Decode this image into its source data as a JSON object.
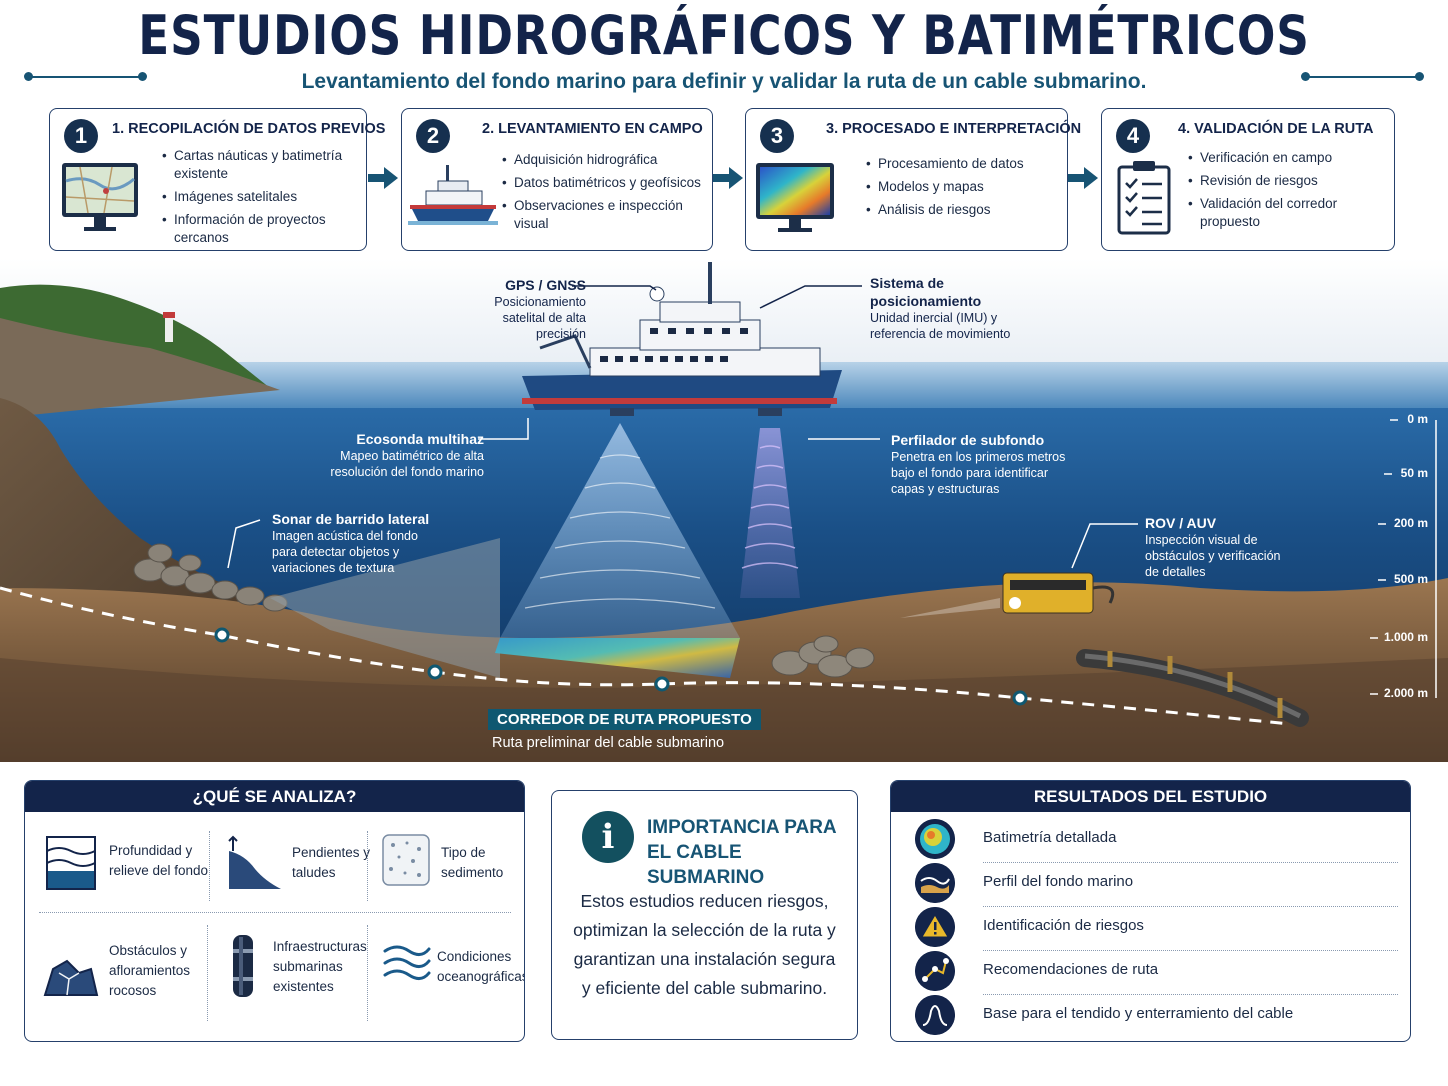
{
  "header": {
    "title": "ESTUDIOS HIDROGRÁFICOS Y BATIMÉTRICOS",
    "subtitle": "Levantamiento del fondo marino para definir y validar la ruta de un cable submarino."
  },
  "steps": [
    {
      "number": "1",
      "title": "1. RECOPILACIÓN DE DATOS PREVIOS",
      "icon": "monitor-map-icon",
      "items": [
        "Cartas náuticas y batimetría existente",
        "Imágenes satelitales",
        "Información de proyectos cercanos"
      ]
    },
    {
      "number": "2",
      "title": "2. LEVANTAMIENTO EN CAMPO",
      "icon": "survey-ship-icon",
      "items": [
        "Adquisición hidrográfica",
        "Datos batimétricos y geofísicos",
        "Observaciones e inspección visual"
      ]
    },
    {
      "number": "3",
      "title": "3. PROCESADO E INTERPRETACIÓN",
      "icon": "monitor-heatmap-icon",
      "items": [
        "Procesamiento de datos",
        "Modelos y mapas",
        "Análisis de riesgos"
      ]
    },
    {
      "number": "4",
      "title": "4. VALIDACIÓN DE LA RUTA",
      "icon": "checklist-clipboard-icon",
      "items": [
        "Verificación en campo",
        "Revisión de riesgos",
        "Validación del corredor propuesto"
      ]
    }
  ],
  "scene": {
    "gps": {
      "title": "GPS / GNSS",
      "text": "Posicionamiento satelital de alta precisión"
    },
    "positioning": {
      "title": "Sistema de posicionamiento",
      "text": "Unidad inercial (IMU) y referencia de movimiento"
    },
    "multibeam": {
      "title": "Ecosonda multihaz",
      "text": "Mapeo batimétrico de alta resolución del fondo marino"
    },
    "subbottom": {
      "title": "Perfilador de subfondo",
      "text": "Penetra en los primeros metros bajo el fondo para identificar capas y estructuras"
    },
    "sidescan": {
      "title": "Sonar de barrido lateral",
      "text": "Imagen acústica del fondo para detectar objetos y variaciones de textura"
    },
    "rov": {
      "title": "ROV / AUV",
      "text": "Inspección visual de obstáculos y verificación de detalles"
    },
    "corridor": {
      "title": "CORREDOR DE RUTA PROPUESTO",
      "text": "Ruta preliminar del cable submarino"
    },
    "depth_scale": [
      "0 m",
      "50 m",
      "200 m",
      "500 m",
      "1.000 m",
      "2.000 m"
    ]
  },
  "analysis": {
    "title": "¿QUÉ SE ANALIZA?",
    "items": [
      {
        "label": "Profundidad y relieve del fondo",
        "icon": "depth-profile-icon"
      },
      {
        "label": "Pendientes y taludes",
        "icon": "slope-icon"
      },
      {
        "label": "Tipo de sedimento",
        "icon": "sediment-icon"
      },
      {
        "label": "Obstáculos y afloramientos rocosos",
        "icon": "rocks-icon"
      },
      {
        "label": "Infraestructuras submarinas existentes",
        "icon": "pipe-icon"
      },
      {
        "label": "Condiciones oceanográficas",
        "icon": "currents-icon"
      }
    ]
  },
  "importance": {
    "title": "IMPORTANCIA PARA EL CABLE SUBMARINO",
    "text": "Estos estudios reducen riesgos, optimizan la selección de la ruta y garantizan una instalación segura y eficiente del cable submarino.",
    "icon": "info-icon"
  },
  "results": {
    "title": "RESULTADOS DEL ESTUDIO",
    "items": [
      {
        "label": "Batimetría detallada",
        "icon": "bathymetry-icon"
      },
      {
        "label": "Perfil del fondo marino",
        "icon": "seabed-profile-icon"
      },
      {
        "label": "Identificación de riesgos",
        "icon": "warning-icon"
      },
      {
        "label": "Recomendaciones de ruta",
        "icon": "route-icon"
      },
      {
        "label": "Base para el tendido y enterramiento del cable",
        "icon": "cable-laying-icon"
      }
    ]
  },
  "colors": {
    "navy": "#13244a",
    "teal": "#175474",
    "sea": "#1d4e7e",
    "seabed": "#7a5a3c"
  }
}
